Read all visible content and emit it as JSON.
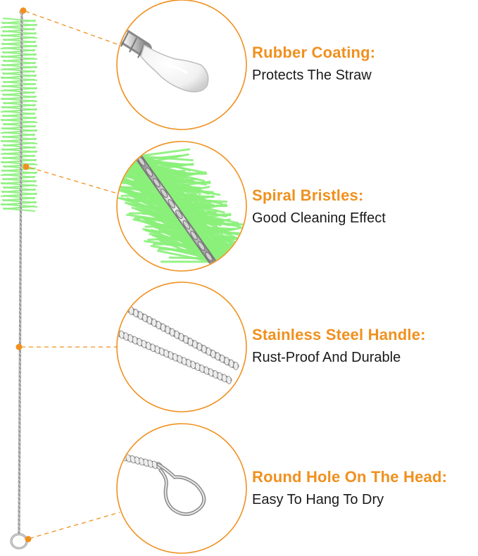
{
  "accent_color": "#f0901e",
  "bristle_color": "#8af07a",
  "features": [
    {
      "title": "Rubber Coating:",
      "desc": "Protects The Straw",
      "icon": "rubber-tip-detail"
    },
    {
      "title": "Spiral Bristles:",
      "desc": "Good Cleaning Effect",
      "icon": "bristles-detail"
    },
    {
      "title": "Stainless Steel Handle:",
      "desc": "Rust-Proof And Durable",
      "icon": "twisted-wire-detail"
    },
    {
      "title": "Round Hole On The Head:",
      "desc": "Easy To Hang To Dry",
      "icon": "hanging-loop-detail"
    }
  ]
}
